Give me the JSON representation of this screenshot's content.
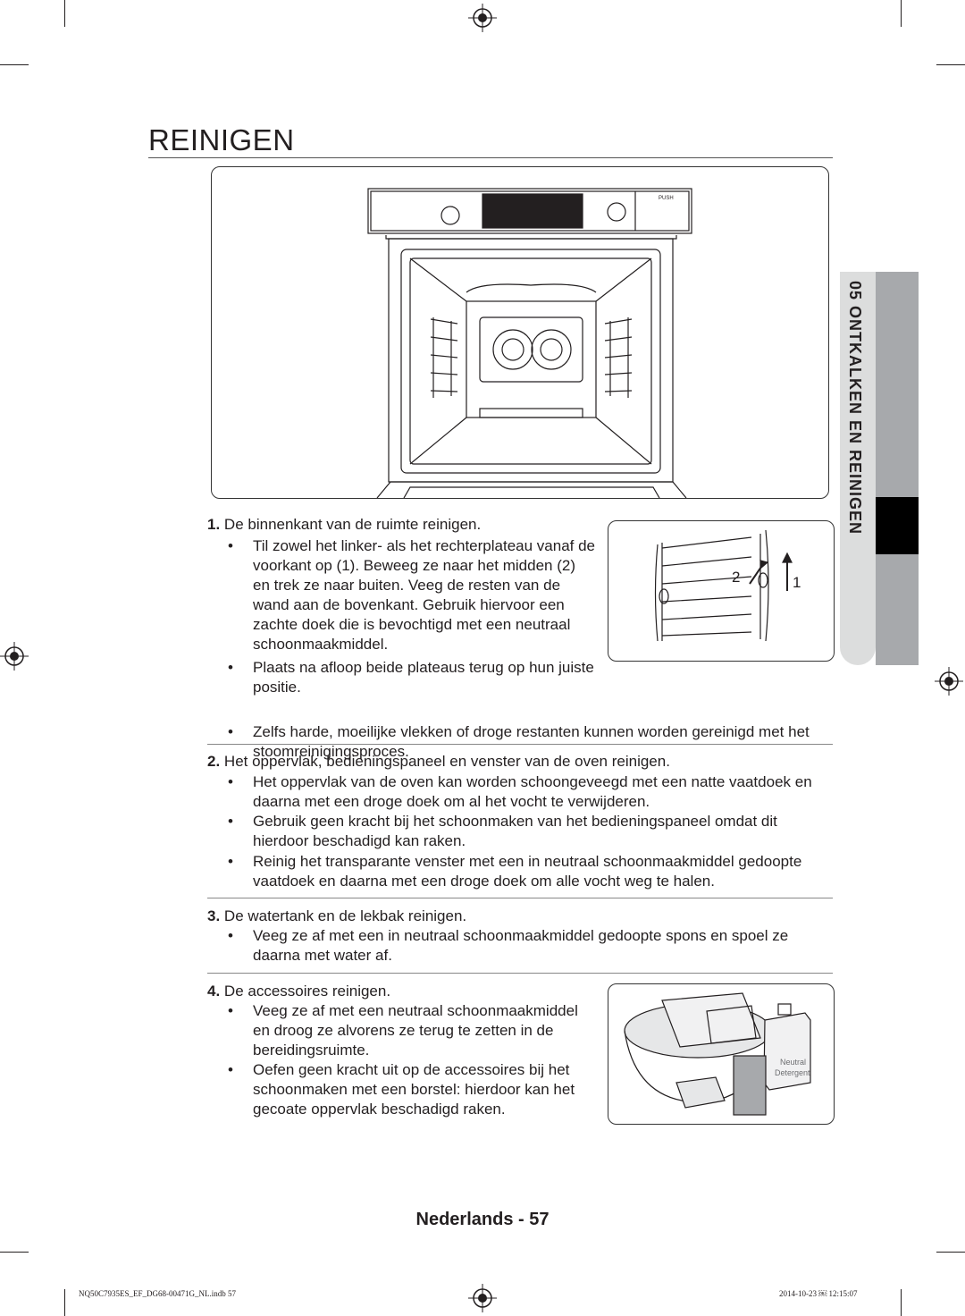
{
  "page": {
    "title": "REINIGEN",
    "side_tab": "05 ONTKALKEN EN REINIGEN",
    "footer": "Nederlands - 57",
    "imprint_left": "NQ50C7935ES_EF_DG68-00471G_NL.indb   57",
    "imprint_right": "2014-10-23   ￼ 12:15:07"
  },
  "figure_oven": {
    "push_label": "PUSH"
  },
  "figure_rack": {
    "label_2": "2",
    "label_1": "1"
  },
  "figure_accessories": {
    "container_text_1": "Neutral",
    "container_text_2": "Detergent"
  },
  "sections": [
    {
      "number": "1.",
      "heading": "De binnenkant van de ruimte reinigen.",
      "bullets": [
        "Til zowel het linker- als het rechterplateau vanaf de voorkant op (1). Beweeg ze naar het midden (2) en trek ze naar buiten. Veeg de resten van de wand aan de bovenkant. Gebruik hiervoor een zachte doek die is bevochtigd met een neutraal schoonmaakmiddel.",
        "Plaats na afloop beide plateaus terug op hun juiste positie.",
        "Zelfs harde, moeilijke vlekken of droge restanten kunnen worden gereinigd met het stoomreinigingsproces."
      ]
    },
    {
      "number": "2.",
      "heading": "Het oppervlak, bedieningspaneel en venster van de oven reinigen.",
      "bullets": [
        "Het oppervlak van de oven kan worden schoongeveegd met een natte vaatdoek en daarna met een droge doek om al het vocht te verwijderen.",
        "Gebruik geen kracht bij het schoonmaken van het bedieningspaneel omdat dit hierdoor beschadigd kan raken.",
        "Reinig het transparante venster met een in neutraal schoonmaakmiddel gedoopte vaatdoek en daarna met een droge doek om alle vocht weg te halen."
      ]
    },
    {
      "number": "3.",
      "heading": "De watertank en de lekbak reinigen.",
      "bullets": [
        "Veeg ze af met een in neutraal schoonmaakmiddel gedoopte spons en spoel ze daarna met water af."
      ]
    },
    {
      "number": "4.",
      "heading": "De accessoires reinigen.",
      "bullets": [
        "Veeg ze af met een neutraal schoonmaakmiddel en droog ze alvorens ze terug te zetten in de bereidingsruimte.",
        "Oefen geen kracht uit op de accessoires bij het schoonmaken met een borstel: hierdoor kan het gecoate oppervlak beschadigd raken."
      ]
    }
  ]
}
